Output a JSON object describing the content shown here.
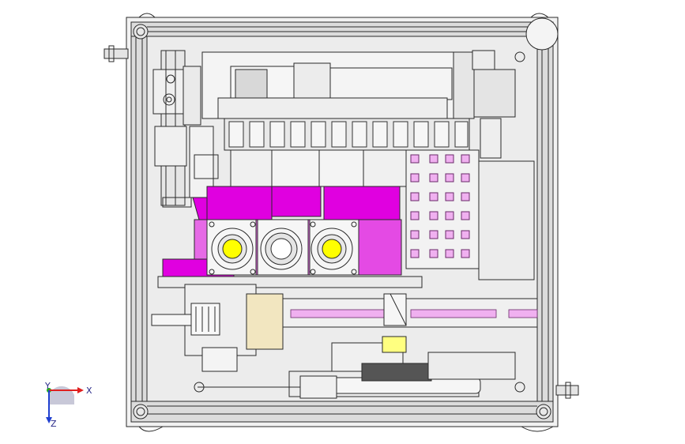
{
  "viewport": {
    "background": "#ffffff",
    "line_color": "#2a2a2a",
    "accent_magenta": "#e000e0",
    "accent_yellow": "#ffff00",
    "accent_cyan": "#00c8e8",
    "label_pink": "#f0b0f0"
  },
  "triad": {
    "x_label": "X",
    "y_label": "Y",
    "z_label": "Z",
    "x_color": "#e02020",
    "y_color": "#20b020",
    "z_color": "#2040d0"
  }
}
